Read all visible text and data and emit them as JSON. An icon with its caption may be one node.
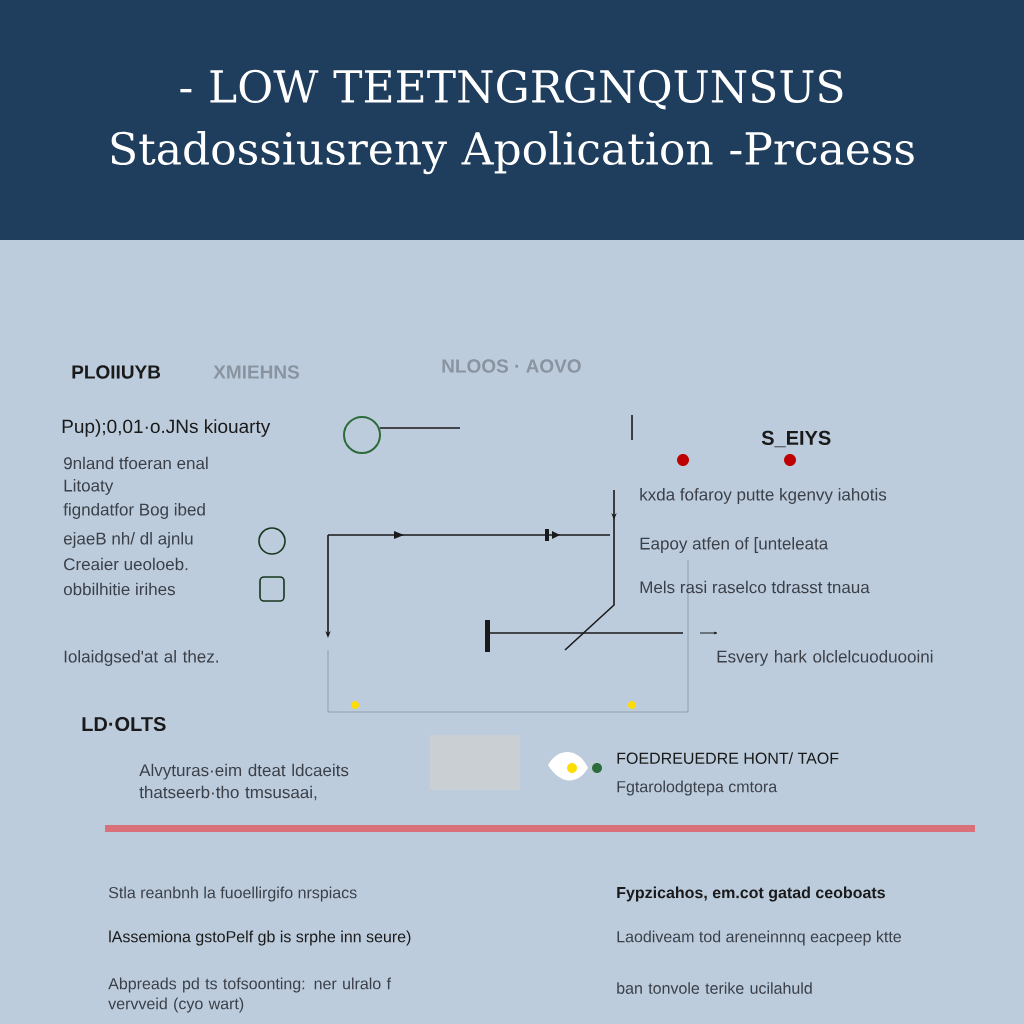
{
  "diagram": {
    "title": "- LOW TEETNGRGNQUNSUS Stadossiusreny Apolication -Prcaess",
    "labels": [
      "PLOIIUYB",
      "XMIEHNS",
      "NLOOS · AOVO",
      "Pup);0,01·o.JNs kiouarty",
      "9nland tfoeran enal",
      "Litoaty",
      "figndatfor Bog ibed",
      "ejaeB nh/ dl ajnlu",
      "Creaier ueoloeb.",
      "obbilhitie irihes",
      "Iolaidgsed'at al thez.",
      "S_EIYS",
      "kxda fofaroy putte kgenvy iahotis",
      "Eapoy atfen of [unteleata",
      "Mels rasi raselco tdrasst tnaua",
      "Esvery hark olclelcuoduooini",
      "LD·OLTS",
      "Alvyturas·eim dteat ldcaeits thatseerb·tho tmsusaai,",
      "FOEDREUEDRE HONT/ TAOF",
      "Fgtarolodgtepa cmtora",
      "Stla reanbnh la fuoellirgifo nrspiacs",
      "lAssemiona gstoPelf gb is srphe inn seure)",
      "Abpreads pd ts tofsoonting: ner ulralo f vervveid (cyo wart)",
      "Fypzicahos, em.cot gatad ceoboats",
      "Laodiveam tod areneinnnq eacpeep ktte",
      "ban tonvole terike ucilahuld"
    ]
  }
}
